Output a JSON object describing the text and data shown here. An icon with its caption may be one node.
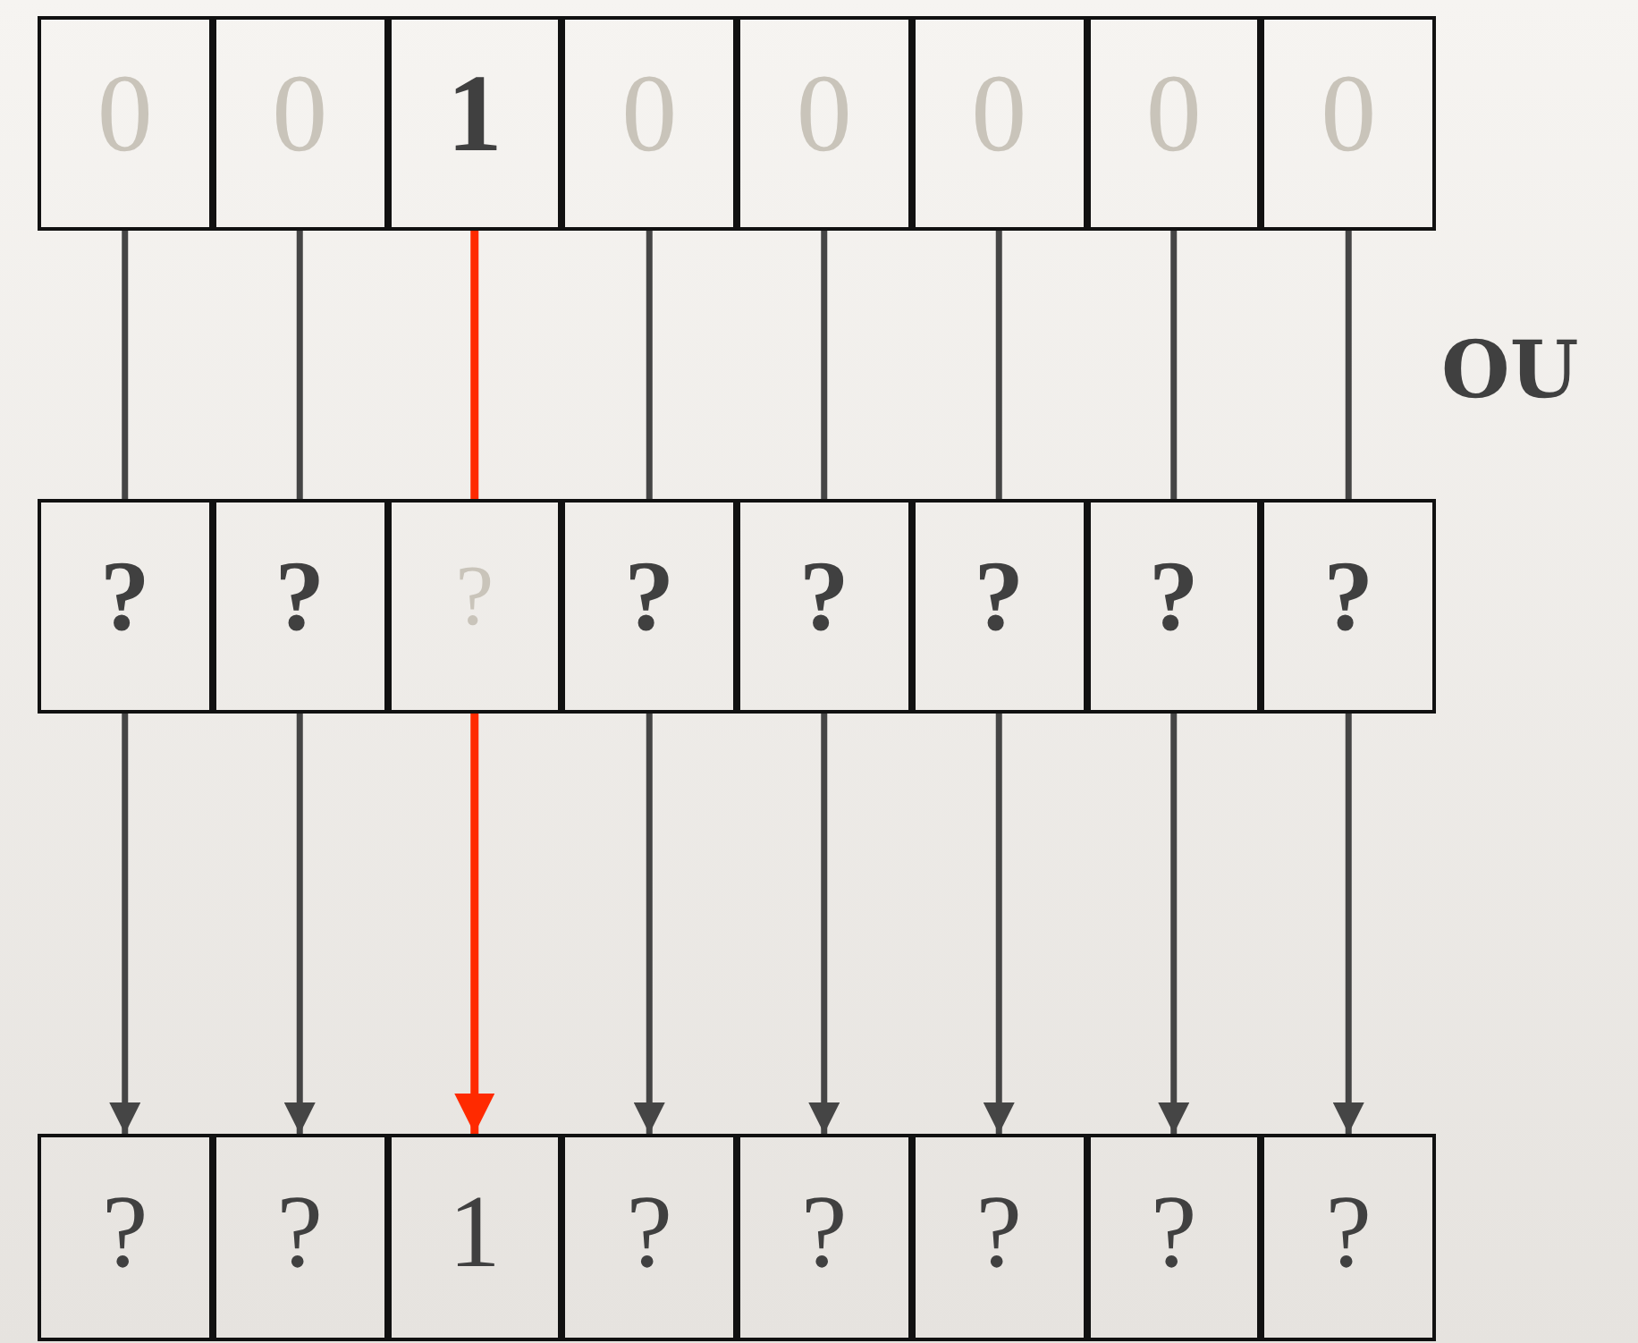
{
  "diagram": {
    "nodes": [
      {
        "text": [
          "0"
        ]
      },
      {
        "text": [
          "0"
        ]
      },
      {
        "text": [
          "1"
        ]
      },
      {
        "text": [
          "0"
        ]
      },
      {
        "text": [
          "0"
        ]
      },
      {
        "text": [
          "0"
        ]
      },
      {
        "text": [
          "0"
        ]
      },
      {
        "text": [
          "0"
        ]
      },
      {
        "text": [
          "?"
        ]
      },
      {
        "text": [
          "?"
        ]
      },
      {
        "text": [
          "?"
        ]
      },
      {
        "text": [
          "?"
        ]
      },
      {
        "text": [
          "?"
        ]
      },
      {
        "text": [
          "?"
        ]
      },
      {
        "text": [
          "?"
        ]
      },
      {
        "text": [
          "?"
        ]
      },
      {
        "text": [
          "?"
        ]
      },
      {
        "text": [
          "?"
        ]
      },
      {
        "text": [
          "1"
        ]
      },
      {
        "text": [
          "?"
        ]
      },
      {
        "text": [
          "?"
        ]
      },
      {
        "text": [
          "?"
        ]
      },
      {
        "text": [
          "?"
        ]
      },
      {
        "text": [
          "?"
        ]
      }
    ],
    "edges": [
      {
        "from": 0,
        "to": 8,
        "arrow": "none"
      },
      {
        "from": 8,
        "to": 16,
        "arrow": "to"
      },
      {
        "from": 1,
        "to": 9,
        "arrow": "none"
      },
      {
        "from": 9,
        "to": 17,
        "arrow": "to"
      },
      {
        "from": 2,
        "to": 10,
        "arrow": "none",
        "color": "#ff2a00"
      },
      {
        "from": 10,
        "to": 18,
        "arrow": "to",
        "color": "#ff2a00"
      },
      {
        "from": 3,
        "to": 11,
        "arrow": "none"
      },
      {
        "from": 11,
        "to": 19,
        "arrow": "to"
      },
      {
        "from": 4,
        "to": 12,
        "arrow": "none"
      },
      {
        "from": 12,
        "to": 20,
        "arrow": "to"
      },
      {
        "from": 5,
        "to": 13,
        "arrow": "none"
      },
      {
        "from": 13,
        "to": 21,
        "arrow": "to"
      },
      {
        "from": 6,
        "to": 14,
        "arrow": "none"
      },
      {
        "from": 14,
        "to": 22,
        "arrow": "to"
      },
      {
        "from": 7,
        "to": 15,
        "arrow": "none"
      },
      {
        "from": 15,
        "to": 23,
        "arrow": "to"
      }
    ],
    "labels": [
      "OU"
    ]
  }
}
